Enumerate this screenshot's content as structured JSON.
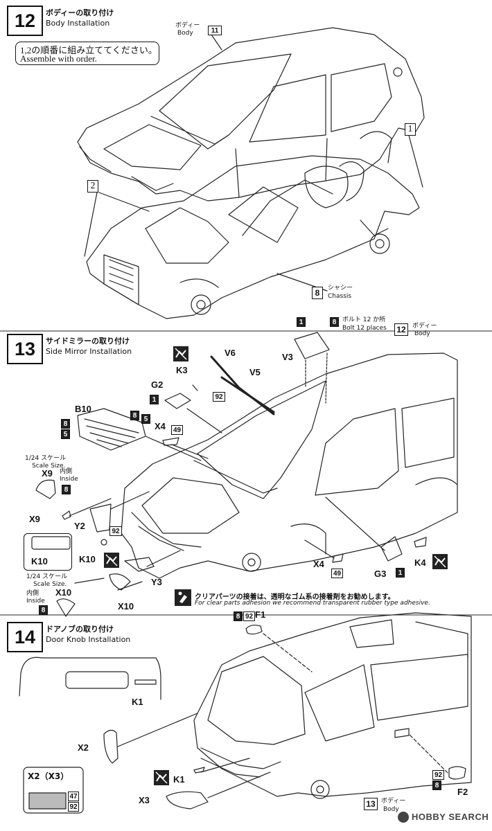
{
  "step12": {
    "number": "12",
    "title_jp": "ボディーの取り付け",
    "title_en": "Body Installation",
    "note_jp": "1,2の順番に組み立ててください。",
    "note_en": "Assemble with order.",
    "body_tag": "11",
    "body_jp": "ボディー",
    "body_en": "Body",
    "order1": "1",
    "order2": "2",
    "chassis_tag": "8",
    "chassis_jp": "シャシー",
    "chassis_en": "Chassis"
  },
  "step13": {
    "number": "13",
    "title_jp": "サイドミラーの取り付け",
    "title_en": "Side Mirror Installation",
    "parts": {
      "k3": "K3",
      "v6": "V6",
      "v5": "V5",
      "v3": "V3",
      "g2": "G2",
      "b10": "B10",
      "x4_top": "X4",
      "x9": "X9",
      "y2": "Y2",
      "k10": "K10",
      "y3": "Y3",
      "x10": "X10",
      "x4_bottom": "X4",
      "g3": "G3",
      "k4": "K4"
    },
    "tags": {
      "t1_top": "1",
      "t8_top": "8",
      "t12": "12",
      "t92_v5": "92",
      "t1_g2": "1",
      "t8_b10": "8",
      "t5_b10": "5",
      "t8_b10b": "8",
      "t5_b10b": "5",
      "t49_top": "49",
      "t8_x9": "8",
      "t92_mid": "92",
      "t8_x10": "8",
      "t49_bottom": "49",
      "t1_g3": "1"
    },
    "bolt_jp": "ボルト 12 か所",
    "bolt_en": "Bolt 12 places",
    "body_jp": "ボディー",
    "body_en": "Body",
    "scale_jp_1": "1/24 スケール",
    "scale_en_1": "Scale Size.",
    "inside_jp_1": "内側",
    "inside_en_1": "Inside",
    "scale_jp_2": "1/24 スケール",
    "scale_en_2": "Scale Size.",
    "inside_jp_2": "内側",
    "inside_en_2": "Inside",
    "adhesive_jp": "クリアパーツの接着は、透明なゴム系の接着剤をお勧めします。",
    "adhesive_en": "For clear parts adhesion we recommend transparent rubber type adhesive."
  },
  "step14": {
    "number": "14",
    "title_jp": "ドアノブの取り付け",
    "title_en": "Door Knob Installation",
    "parts": {
      "f1": "F1",
      "k1_top": "K1",
      "x2": "X2",
      "k1_bottom": "K1",
      "x3": "X3",
      "f2": "F2"
    },
    "tags": {
      "t8_f1": "8",
      "t92_f1": "92",
      "t92_f2": "92",
      "t8_f2": "8",
      "t47": "47",
      "t92_x2": "92",
      "t13": "13"
    },
    "x2x3_label": "X2（X3）",
    "body_jp": "ボディー",
    "body_en": "Body"
  },
  "watermark": "HOBBY SEARCH"
}
